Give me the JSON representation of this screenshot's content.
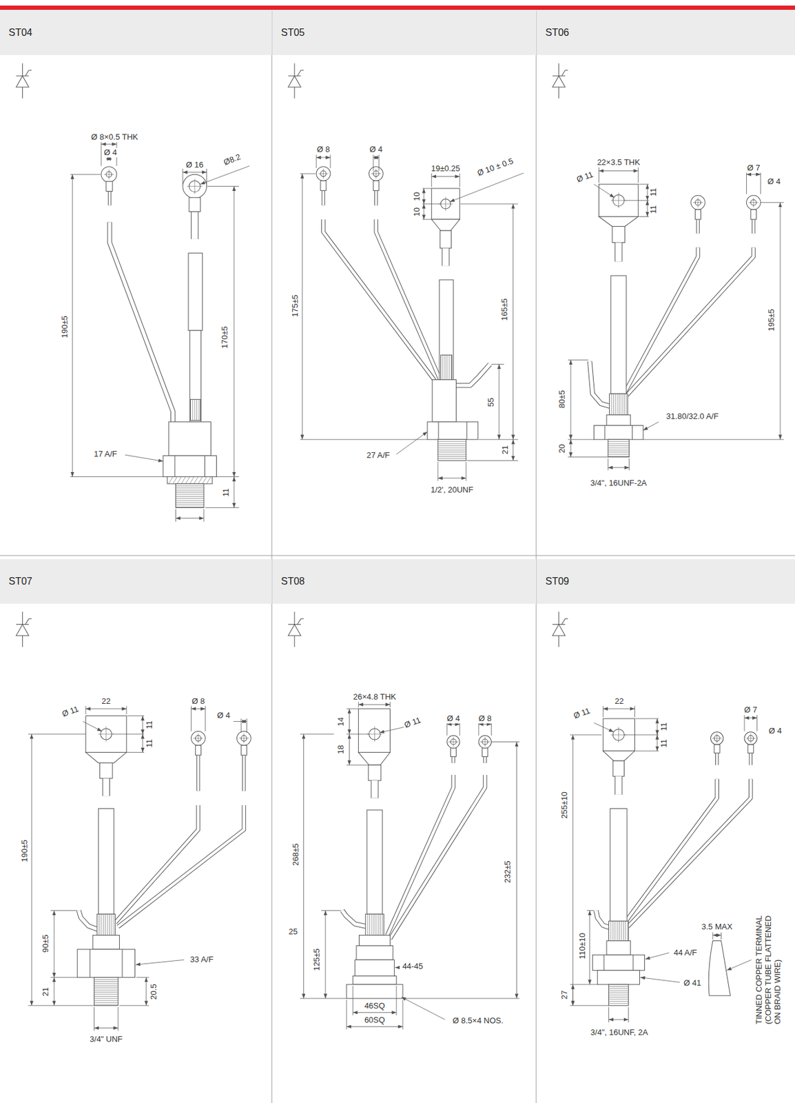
{
  "diagram": {
    "nodes": [
      {
        "text": [
          "ST04"
        ]
      },
      {
        "text": [
          "ST05"
        ]
      },
      {
        "text": [
          "ST06"
        ]
      },
      {
        "text": [
          "ST07"
        ]
      },
      {
        "text": [
          "ST08"
        ]
      },
      {
        "text": [
          "ST09"
        ]
      }
    ],
    "labels": [
      "Ø 8×0.5 THK",
      "Ø 4",
      "Ø 16",
      "Ø8.2",
      "190±5",
      "170±5",
      "17 A/F",
      "11",
      "Ø 8",
      "Ø 4",
      "19±0.25",
      "Ø 10 ± 0.5",
      "10",
      "10",
      "175±5",
      "165±5",
      "55",
      "27 A/F",
      "21",
      "1/2', 20UNF",
      "22×3.5 THK",
      "Ø 11",
      "11",
      "11",
      "Ø 7",
      "Ø 4",
      "195±5",
      "80±5",
      "31.80/32.0 A/F",
      "20",
      "3/4\", 16UNF-2A",
      "22",
      "Ø 11",
      "11",
      "11",
      "Ø 8",
      "Ø 4",
      "190±5",
      "90±5",
      "33 A/F",
      "21",
      "20.5",
      "3/4\" UNF",
      "26×4.8 THK",
      "14",
      "18",
      "Ø 11",
      "Ø 4",
      "Ø 8",
      "268±5",
      "232±5",
      "25",
      "125±5",
      "44-45",
      "46SQ",
      "60SQ",
      "Ø 8.5×4 NOS.",
      "Ø 11",
      "22",
      "11",
      "11",
      "Ø 7",
      "Ø 4",
      "255±10",
      "110±10",
      "3.5 MAX",
      "44 A/F",
      "Ø 41",
      "27",
      "3/4\", 16UNF, 2A",
      "TINNED COPPER TERMINAL (COPPER TUBE FLATTENED ON BRAID WIRE)"
    ]
  }
}
